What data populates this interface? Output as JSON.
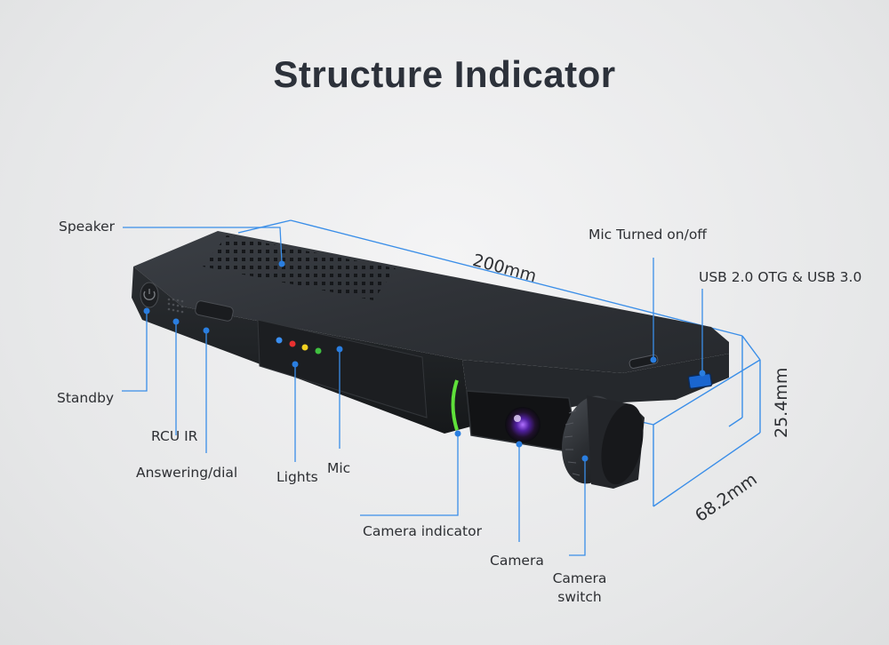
{
  "title": "Structure Indicator",
  "labels": {
    "speaker": "Speaker",
    "standby": "Standby",
    "rcu_ir": "RCU IR",
    "answering": "Answering/dial",
    "lights": "Lights",
    "mic": "Mic",
    "camera_indicator": "Camera indicator",
    "camera": "Camera",
    "camera_switch_1": "Camera",
    "camera_switch_2": "switch",
    "mic_toggle": "Mic Turned on/off",
    "usb": "USB 2.0 OTG & USB 3.0"
  },
  "dimensions": {
    "length": "200mm",
    "height": "25.4mm",
    "width": "68.2mm"
  },
  "colors": {
    "accent_line": "#3a8ee8",
    "device_body": "#2e3136",
    "indicator_green": "#5fe03a",
    "led_blue": "#3a8ef0",
    "led_red": "#e83030",
    "led_yellow": "#f0d020",
    "led_green": "#40c040"
  }
}
